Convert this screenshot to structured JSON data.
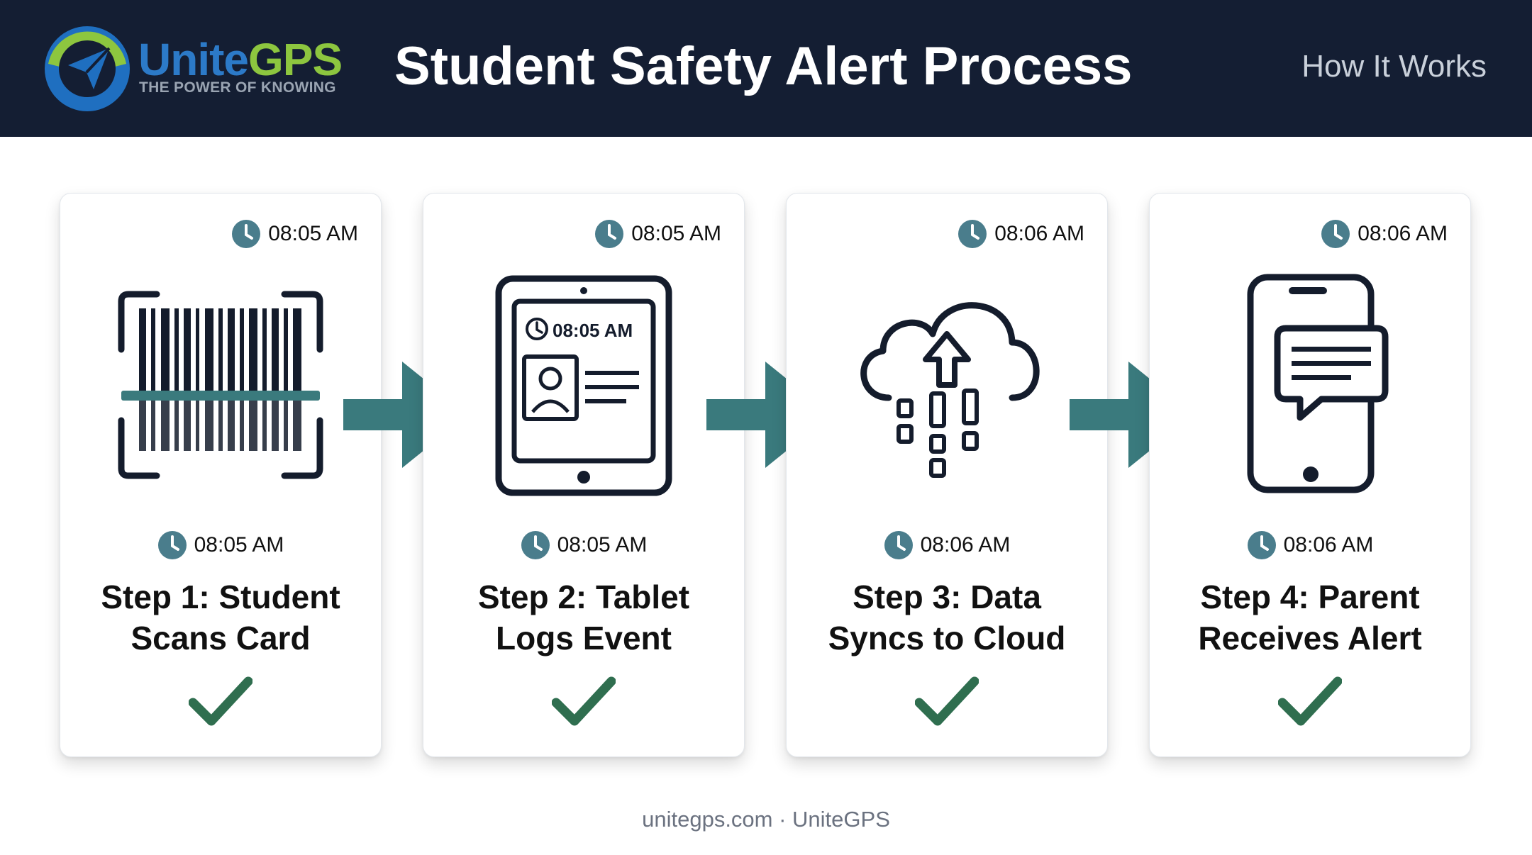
{
  "header": {
    "brand_part1": "Unite",
    "brand_part2": "GPS",
    "tagline": "THE POWER OF KNOWING",
    "title": "Student Safety Alert Process",
    "subtitle": "How It Works"
  },
  "steps": [
    {
      "top_time": "08:05 AM",
      "mid_time": "08:05 AM",
      "line1": "Step 1: Student",
      "line2": "Scans Card",
      "icon": "barcode-scanner-icon"
    },
    {
      "top_time": "08:05 AM",
      "mid_time": "08:05 AM",
      "screen_time": "08:05 AM",
      "line1": "Step 2: Tablet",
      "line2": "Logs Event",
      "icon": "tablet-icon"
    },
    {
      "top_time": "08:06 AM",
      "mid_time": "08:06 AM",
      "line1": "Step 3: Data",
      "line2": "Syncs to Cloud",
      "icon": "cloud-upload-icon"
    },
    {
      "top_time": "08:06 AM",
      "mid_time": "08:06 AM",
      "line1": "Step 4: Parent",
      "line2": "Receives Alert",
      "icon": "phone-message-icon"
    }
  ],
  "footer": "unitegps.com · UniteGPS",
  "colors": {
    "header_bg": "#141e33",
    "accent_teal": "#3a7a7d",
    "clock_teal": "#4a7d8c",
    "check_green": "#2f6e4f",
    "brand_blue": "#2c7ac8",
    "brand_green": "#8dc63f",
    "icon_dark": "#141c2c"
  }
}
